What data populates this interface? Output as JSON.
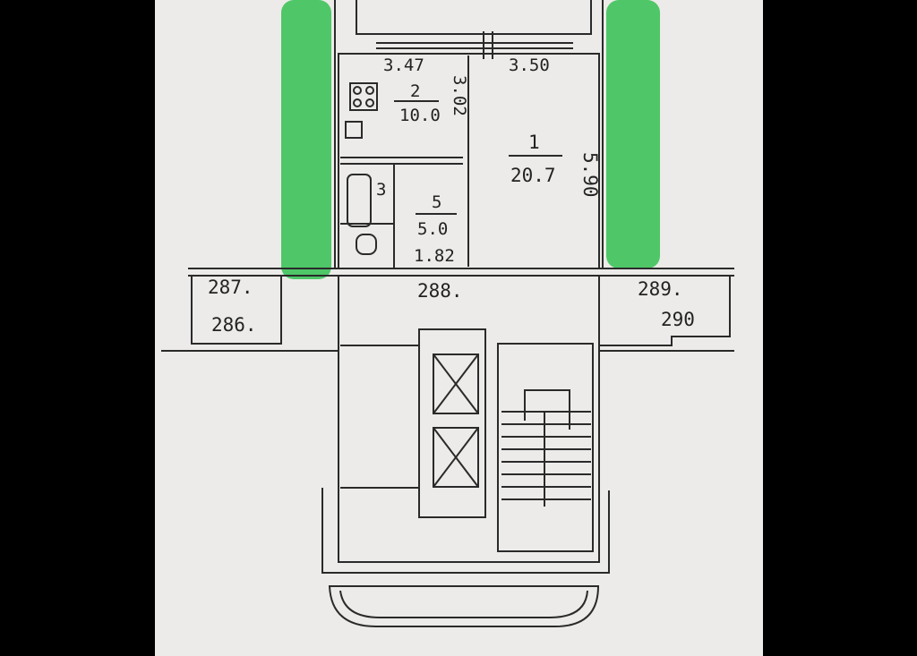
{
  "dimensions": {
    "kitchen_width": "3.47",
    "room_width": "3.50",
    "kitchen_depth": "3.02",
    "room_depth": "5.90",
    "hall_width": "1.82"
  },
  "rooms": [
    {
      "number": "1",
      "area": "20.7"
    },
    {
      "number": "2",
      "area": "10.0"
    },
    {
      "number": "5",
      "area": "5.0"
    },
    {
      "number": "3",
      "area": ""
    }
  ],
  "apartments": [
    "287.",
    "286.",
    "288.",
    "289.",
    "290"
  ],
  "highlight_color": "#3ec35a",
  "line_color": "#2a2a2a"
}
